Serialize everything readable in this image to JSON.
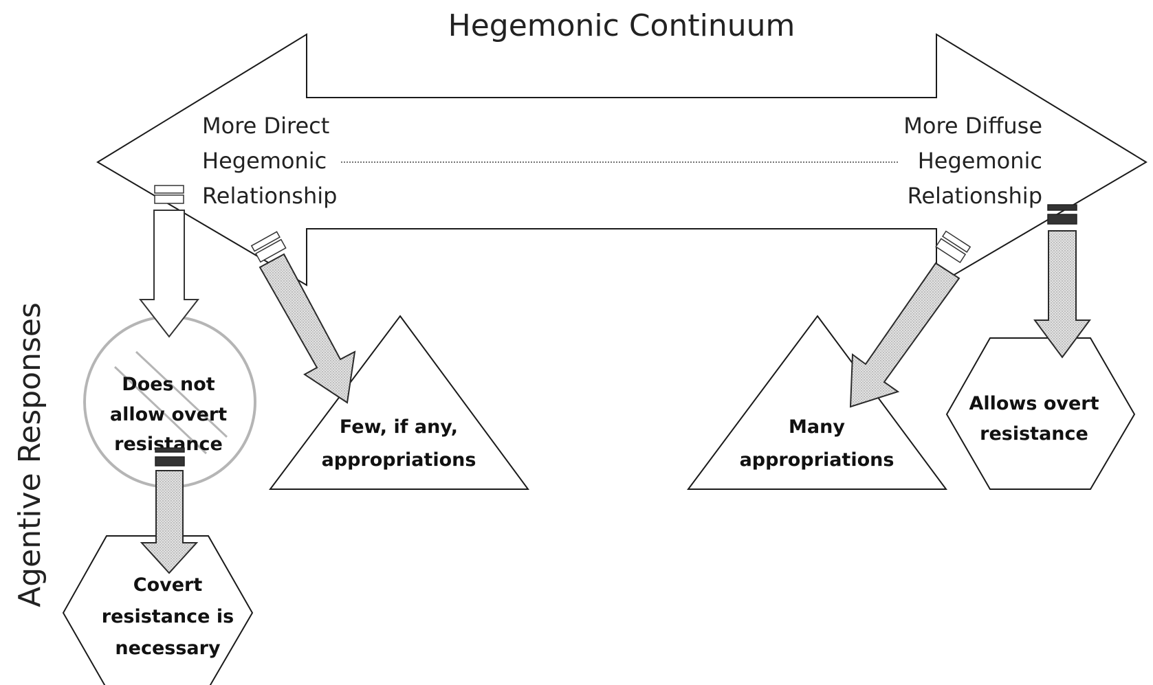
{
  "title": "Hegemonic Continuum",
  "side_label": "Agentive Responses",
  "left_end": {
    "line1": "More Direct",
    "line2": "Hegemonic",
    "line3": "Relationship"
  },
  "right_end": {
    "line1": "More Diffuse",
    "line2": "Hegemonic",
    "line3": "Relationship"
  },
  "nodes": {
    "no_overt": {
      "line1": "Does not",
      "line2": "allow overt",
      "line3": "resistance"
    },
    "covert": {
      "line1": "Covert",
      "line2": "resistance is",
      "line3": "necessary"
    },
    "few": {
      "line1": "Few, if any,",
      "line2": "appropriations"
    },
    "many": {
      "line1": "Many",
      "line2": "appropriations"
    },
    "allows": {
      "line1": "Allows overt",
      "line2": "resistance"
    }
  },
  "colors": {
    "stroke": "#1a1a1a",
    "arrow_fill": "#d9d9d9",
    "prohibition": "#b5b5b5"
  }
}
